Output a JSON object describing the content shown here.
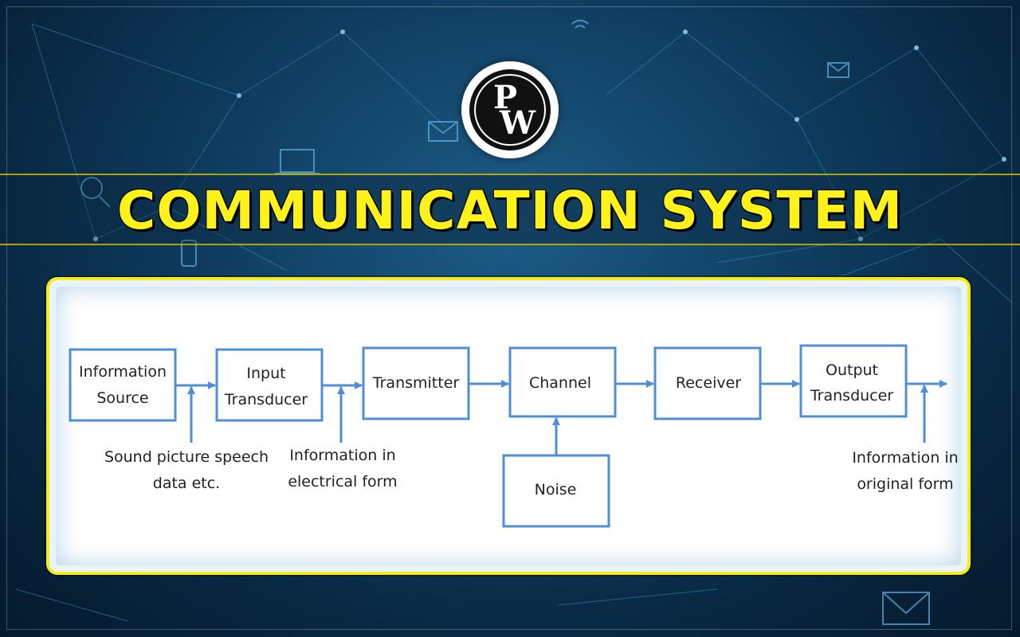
{
  "title": "COMMUNICATION SYSTEM",
  "logo": {
    "letter_top": "P",
    "letter_bottom": "W"
  },
  "diagram": {
    "boxes": {
      "information_source": [
        "Information",
        "Source"
      ],
      "input_transducer": [
        "Input",
        "Transducer"
      ],
      "transmitter": [
        "Transmitter"
      ],
      "channel": [
        "Channel"
      ],
      "receiver": [
        "Receiver"
      ],
      "output_transducer": [
        "Output",
        "Transducer"
      ],
      "noise": [
        "Noise"
      ]
    },
    "labels": {
      "sound": [
        "Sound picture speech",
        "data etc."
      ],
      "electrical": [
        "Information in",
        "electrical form"
      ],
      "original": [
        "Information in",
        "original form"
      ]
    }
  },
  "colors": {
    "accent": "#fff21a",
    "box_stroke": "#4f8fd6",
    "panel_border": "#f5ec1c",
    "background": "#0e3a5c"
  }
}
